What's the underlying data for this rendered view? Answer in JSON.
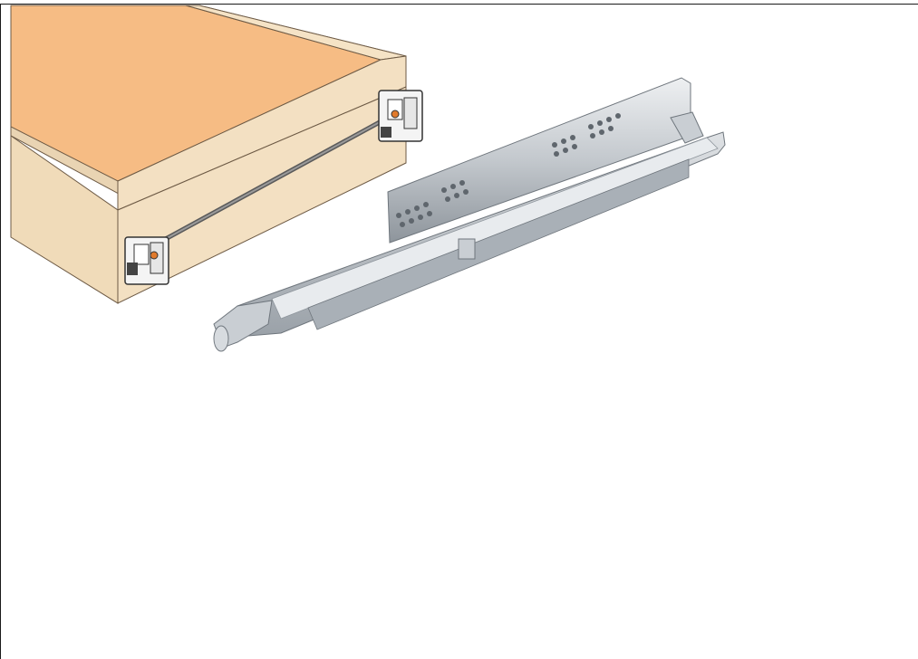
{
  "scene": {
    "colors": {
      "drawer_top": "#F6BC84",
      "drawer_wood": "#F3E0C2",
      "drawer_edge": "#E8D1AE",
      "steel_light": "#D9DDE1",
      "steel_mid": "#B9BFC5",
      "steel_dark": "#8E959C",
      "locking_orange": "#F26A21",
      "locking_black": "#2A2A2A",
      "background": "#FFFFFF"
    },
    "icons": [
      "drawer-illustration",
      "runner-upper",
      "runner-lower",
      "locking-device-left",
      "locking-device-right"
    ]
  }
}
